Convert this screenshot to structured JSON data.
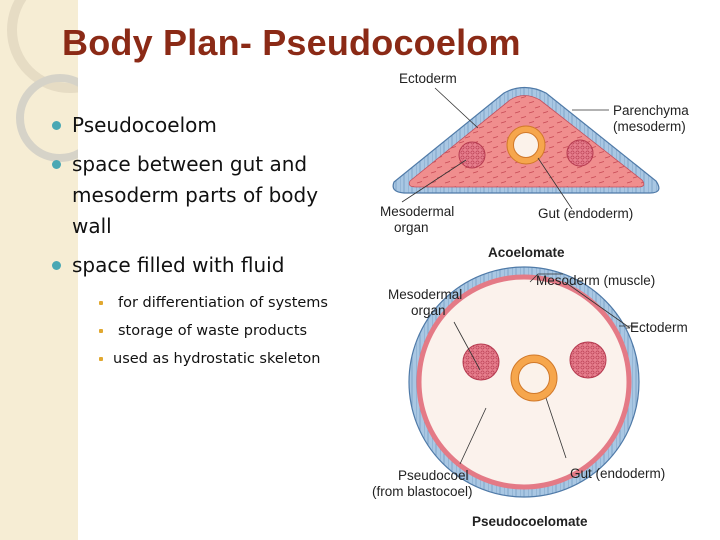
{
  "slide": {
    "title": "Body Plan- Pseudocoelom",
    "bullets": [
      {
        "text": "Pseudocoelom",
        "level": 1
      },
      {
        "text": "space between gut and mesoderm parts of body wall",
        "level": 1
      },
      {
        "text": "space filled with fluid",
        "level": 1
      },
      {
        "text": "for differentiation of systems",
        "level": 2
      },
      {
        "text": "storage of waste products",
        "level": 2
      },
      {
        "text": "used as hydrostatic skeleton",
        "level": 2
      }
    ]
  },
  "diagram": {
    "acoelomate": {
      "labels": {
        "ectoderm": "Ectoderm",
        "parenchyma_1": "Parenchyma",
        "parenchyma_2": "(mesoderm)",
        "mesodermal_organ_1": "Mesodermal",
        "mesodermal_organ_2": "organ",
        "gut": "Gut (endoderm)"
      },
      "caption": "Acoelomate"
    },
    "pseudocoelomate": {
      "labels": {
        "mesodermal_organ_1": "Mesodermal",
        "mesodermal_organ_2": "organ",
        "mesoderm": "Mesoderm (muscle)",
        "ectoderm": "Ectoderm",
        "pseudocoel_1": "Pseudocoel",
        "pseudocoel_2": "(from blastocoel)",
        "gut": "Gut (endoderm)"
      },
      "caption": "Pseudocoelomate"
    }
  },
  "colors": {
    "title": "#8b2a16",
    "bullet_level1": "#4aa8b4",
    "bullet_level2": "#e1a830",
    "sidebar": "#f6edd4",
    "ectoderm": "#a9c7e3",
    "mesoderm": "#ef8f8f",
    "gut": "#f2a24a"
  }
}
